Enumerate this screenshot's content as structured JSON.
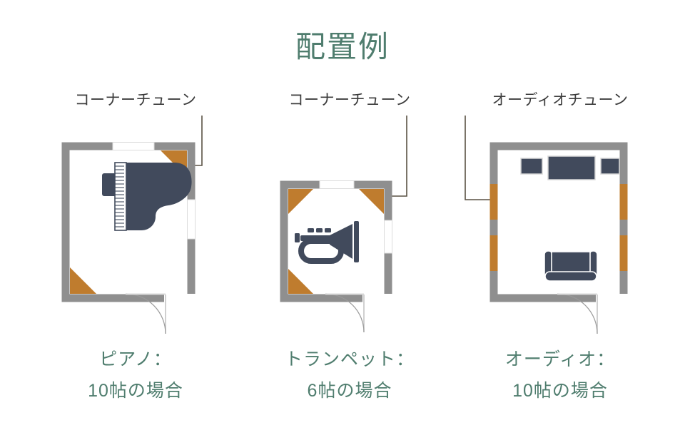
{
  "header": {
    "title": "配置例",
    "title_color": "#4f7d6e"
  },
  "palette": {
    "accent_green": "#4f7d6e",
    "wall_gray": "#8f8f8f",
    "furniture_navy": "#414a5c",
    "tune_orange": "#bf7c2e",
    "label_gray": "#3c3c3c",
    "leader_line": "#5a5144",
    "door_arc": "#9a9a9a",
    "window_white": "#ffffff",
    "room_floor": "#ffffff"
  },
  "rooms": [
    {
      "id": "piano-room",
      "tune_label": "コーナーチューン",
      "caption_line1": "ピアノ：",
      "caption_line2": "10帖の場合",
      "instrument": "grand-piano",
      "corner_tunes": [
        "top-right",
        "bottom-left"
      ],
      "wall_panels": [],
      "windows": [
        "top-wall",
        "right-wall"
      ],
      "door": "bottom-right",
      "furniture": [
        "grand-piano",
        "piano-bench"
      ]
    },
    {
      "id": "trumpet-room",
      "tune_label": "コーナーチューン",
      "caption_line1": "トランペット：",
      "caption_line2": "6帖の場合",
      "instrument": "trumpet",
      "corner_tunes": [
        "top-left",
        "top-right",
        "bottom-left"
      ],
      "wall_panels": [],
      "windows": [
        "top-wall",
        "right-wall"
      ],
      "door": "bottom-right",
      "furniture": [
        "trumpet"
      ]
    },
    {
      "id": "audio-room",
      "tune_label": "オーディオチューン",
      "caption_line1": "オーディオ：",
      "caption_line2": "10帖の場合",
      "instrument": "audio-system",
      "corner_tunes": [],
      "wall_panels": [
        "left-upper",
        "left-lower",
        "right-upper",
        "right-lower"
      ],
      "windows": [],
      "door": "bottom-right",
      "furniture": [
        "left-speaker",
        "center-av-unit",
        "right-speaker",
        "sofa"
      ]
    }
  ]
}
